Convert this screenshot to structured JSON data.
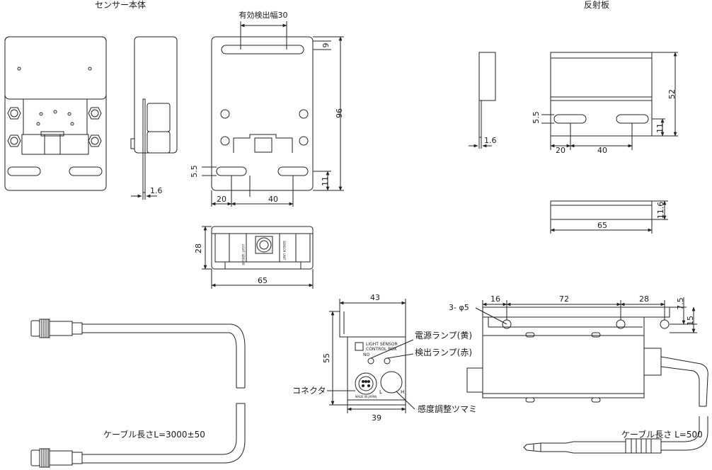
{
  "titles": {
    "sensor_body": "センサー本体",
    "reflector": "反射板"
  },
  "dims": {
    "detect_width": "有効検出幅30",
    "sensor_slot_width": "9",
    "sensor_height": "96",
    "sensor_side_thickness": "1.6",
    "sensor_slot_h": "5.5",
    "sensor_slot_offset": "11",
    "sensor_hole_a": "20",
    "sensor_hole_b": "40",
    "sensor_depth": "28",
    "sensor_width": "65",
    "refl_thickness": "1.6",
    "refl_height": "52",
    "refl_slot_h": "5.5",
    "refl_slot_offset": "11",
    "refl_hole_a": "20",
    "refl_hole_b": "40",
    "refl_top_h": "11.6",
    "refl_width": "65",
    "box_width": "43",
    "box_height": "55",
    "box_base": "39",
    "hole_spec": "3- φ5",
    "hole_p1": "16",
    "hole_p2": "72",
    "hole_p3": "28",
    "hole_v1": "7.5",
    "hole_v2": "15"
  },
  "labels": {
    "power_lamp": "電源ランプ(黄)",
    "detect_lamp": "検出ランプ(赤)",
    "connector": "コネクタ",
    "sensitivity_knob": "感度調整ツマミ",
    "cable_sensor": "ケーブル長さL=3000±50",
    "cable_box": "ケーブル長さ L=500",
    "box_brand": "LIGHT SENSOR",
    "box_brand2": "CONTROL BOX",
    "box_no": "NO",
    "knob_l": "L",
    "knob_h": "H",
    "made_in": "MADE IN JAPAN"
  }
}
